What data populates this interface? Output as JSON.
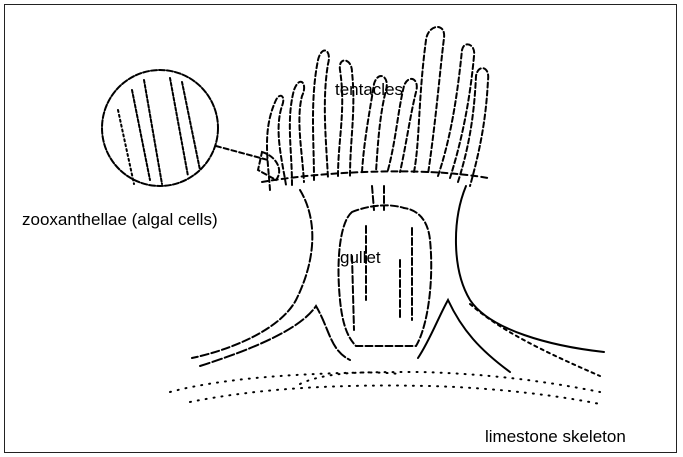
{
  "labels": {
    "tentacles": "tentacles",
    "zooxanthellae": "zooxanthellae (algal cells)",
    "gullet": "gullet",
    "limestone_skeleton": "limestone skeleton"
  },
  "colors": {
    "ink": "#000000",
    "background": "#ffffff",
    "frame": "#222222"
  }
}
